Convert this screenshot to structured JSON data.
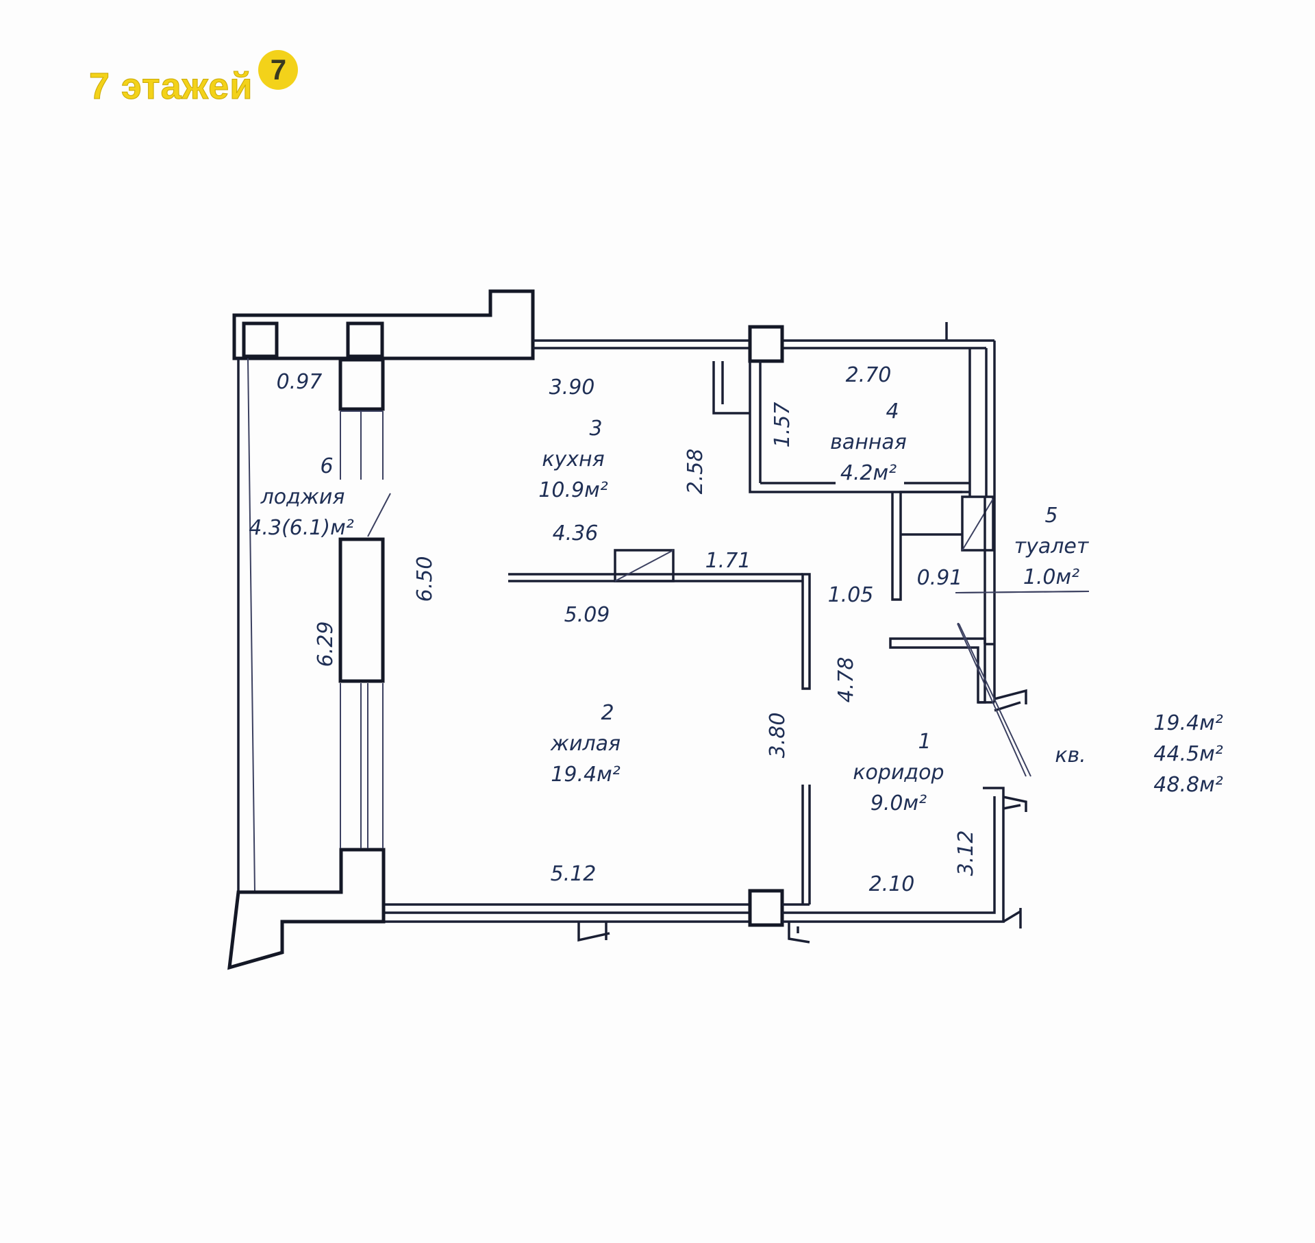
{
  "logo": {
    "text": "7 этажей",
    "badge": "7"
  },
  "rooms": [
    {
      "id": "1",
      "name": "коридор",
      "area": "9.0м²"
    },
    {
      "id": "2",
      "name": "жилая",
      "area": "19.4м²"
    },
    {
      "id": "3",
      "name": "кухня",
      "area": "10.9м²"
    },
    {
      "id": "4",
      "name": "ванная",
      "area": "4.2м²"
    },
    {
      "id": "5",
      "name": "туалет",
      "area": "1.0м²"
    },
    {
      "id": "6",
      "name": "лоджия",
      "area": "4.3(6.1)м²"
    }
  ],
  "dimensions": [
    "0.97",
    "3.90",
    "2.70",
    "1.57",
    "2.58",
    "4.36",
    "1.71",
    "6.50",
    "6.29",
    "5.09",
    "1.05",
    "0.91",
    "4.78",
    "3.80",
    "5.12",
    "2.10",
    "3.12"
  ],
  "apartment": {
    "label": "кв.",
    "living_area": "19.4м²",
    "total_area": "44.5м²",
    "total_with_loggia": "48.8м²"
  }
}
